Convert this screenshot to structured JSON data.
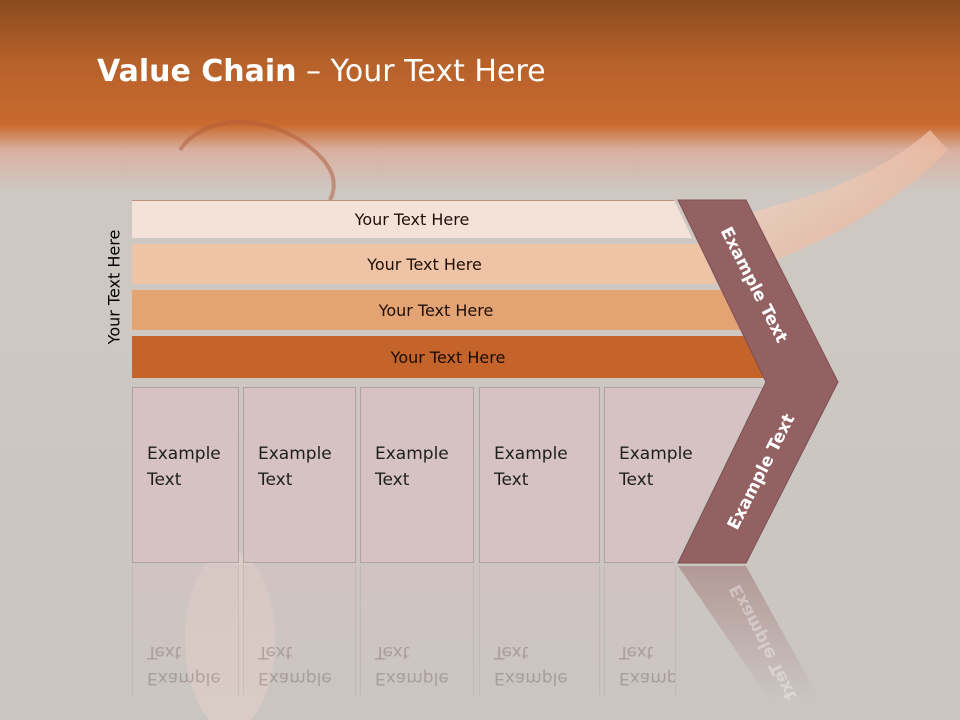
{
  "title": {
    "bold": "Value Chain",
    "rest": " – Your Text Here"
  },
  "side_label": "Your Text Here",
  "bands": [
    "Your Text Here",
    "Your Text Here",
    "Your Text Here",
    "Your Text Here"
  ],
  "cards": [
    "Example\nText",
    "Example\nText",
    "Example\nText",
    "Example\nText",
    "Example\nText"
  ],
  "chevron": {
    "upper": "Example Text",
    "lower": "Example Text"
  },
  "colors": {
    "header": "#c96a2f",
    "band1": "#f4e2d8",
    "band2": "#efc3a5",
    "band3": "#e3a373",
    "band4": "#c4642a",
    "card": "#d6c2c3",
    "chevron": "#946163"
  }
}
